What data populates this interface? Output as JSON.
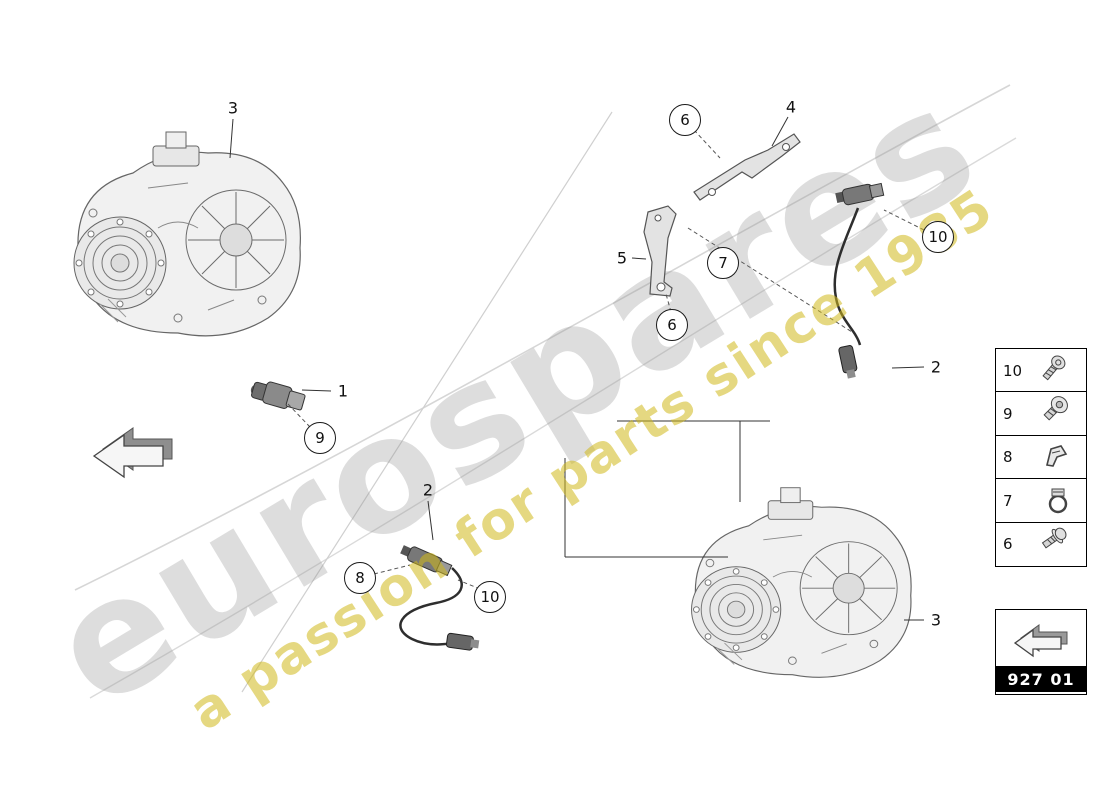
{
  "watermark": {
    "brand": "eurospares",
    "tagline": "a passion for parts since 1985"
  },
  "part_box": {
    "code": "927 01"
  },
  "colors": {
    "watermark_yellow": "#d0b81a",
    "watermark_gray": "#969696",
    "line_color": "#555555",
    "callout_border": "#1a1a1a"
  },
  "callouts": [
    {
      "id": "label-3-top",
      "label": "3",
      "circled": false
    },
    {
      "id": "label-1",
      "label": "1",
      "circled": false
    },
    {
      "id": "callout-9",
      "label": "9",
      "circled": true
    },
    {
      "id": "label-2-front",
      "label": "2",
      "circled": false
    },
    {
      "id": "callout-8",
      "label": "8",
      "circled": true
    },
    {
      "id": "callout-10-front",
      "label": "10",
      "circled": true
    },
    {
      "id": "callout-6-upper",
      "label": "6",
      "circled": true
    },
    {
      "id": "label-4",
      "label": "4",
      "circled": false
    },
    {
      "id": "label-5",
      "label": "5",
      "circled": false
    },
    {
      "id": "callout-7",
      "label": "7",
      "circled": true
    },
    {
      "id": "callout-6-lower",
      "label": "6",
      "circled": true
    },
    {
      "id": "callout-10-rear",
      "label": "10",
      "circled": true
    },
    {
      "id": "label-2-rear",
      "label": "2",
      "circled": false
    },
    {
      "id": "label-3-bottom",
      "label": "3",
      "circled": false
    }
  ],
  "legend": {
    "items": [
      {
        "ref": "10",
        "icon": "socket-head-screw-icon"
      },
      {
        "ref": "9",
        "icon": "torx-screw-icon"
      },
      {
        "ref": "8",
        "icon": "retaining-clip-icon"
      },
      {
        "ref": "7",
        "icon": "cable-clamp-icon"
      },
      {
        "ref": "6",
        "icon": "hex-screw-icon"
      }
    ]
  }
}
